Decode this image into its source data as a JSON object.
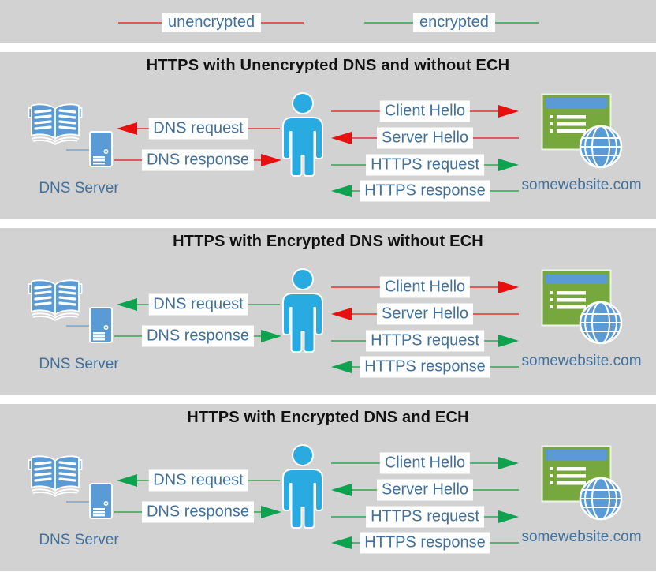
{
  "colors": {
    "page_bg": "#ffffff",
    "panel_bg": "#d2d2d2",
    "label_text": "#41719c",
    "title_text": "#111111",
    "red_line": "#e05a5a",
    "red_head": "#e80f0f",
    "green_line": "#57b274",
    "green_head": "#0ca24e",
    "person_fill": "#29abe2",
    "server_fill": "#5b9bd5",
    "window_fill": "#76a83e",
    "titlebar_fill": "#5b9bd5",
    "globe_fill": "#5b9bd5",
    "connector": "#92afcc"
  },
  "legend": {
    "items": [
      {
        "label": "unencrypted",
        "line_color": "#e05a5a"
      },
      {
        "label": "encrypted",
        "line_color": "#57b274"
      }
    ]
  },
  "panels": [
    {
      "title": "HTTPS with Unencrypted DNS and without ECH",
      "dns_server_label": "DNS Server",
      "website_label": "somewebsite.com",
      "dns_arrows": [
        {
          "label": "DNS request",
          "direction": "left",
          "line_color": "#e05a5a",
          "head_color": "#e80f0f"
        },
        {
          "label": "DNS response",
          "direction": "right",
          "line_color": "#e05a5a",
          "head_color": "#e80f0f"
        }
      ],
      "https_arrows": [
        {
          "label": "Client Hello",
          "direction": "right",
          "line_color": "#e05a5a",
          "head_color": "#e80f0f"
        },
        {
          "label": "Server Hello",
          "direction": "left",
          "line_color": "#e05a5a",
          "head_color": "#e80f0f"
        },
        {
          "label": "HTTPS request",
          "direction": "right",
          "line_color": "#57b274",
          "head_color": "#0ca24e"
        },
        {
          "label": "HTTPS response",
          "direction": "left",
          "line_color": "#57b274",
          "head_color": "#0ca24e"
        }
      ]
    },
    {
      "title": "HTTPS with Encrypted DNS without ECH",
      "dns_server_label": "DNS Server",
      "website_label": "somewebsite.com",
      "dns_arrows": [
        {
          "label": "DNS request",
          "direction": "left",
          "line_color": "#57b274",
          "head_color": "#0ca24e"
        },
        {
          "label": "DNS response",
          "direction": "right",
          "line_color": "#57b274",
          "head_color": "#0ca24e"
        }
      ],
      "https_arrows": [
        {
          "label": "Client Hello",
          "direction": "right",
          "line_color": "#e05a5a",
          "head_color": "#e80f0f"
        },
        {
          "label": "Server Hello",
          "direction": "left",
          "line_color": "#e05a5a",
          "head_color": "#e80f0f"
        },
        {
          "label": "HTTPS request",
          "direction": "right",
          "line_color": "#57b274",
          "head_color": "#0ca24e"
        },
        {
          "label": "HTTPS response",
          "direction": "left",
          "line_color": "#57b274",
          "head_color": "#0ca24e"
        }
      ]
    },
    {
      "title": "HTTPS with Encrypted DNS and ECH",
      "dns_server_label": "DNS Server",
      "website_label": "somewebsite.com",
      "dns_arrows": [
        {
          "label": "DNS request",
          "direction": "left",
          "line_color": "#57b274",
          "head_color": "#0ca24e"
        },
        {
          "label": "DNS response",
          "direction": "right",
          "line_color": "#57b274",
          "head_color": "#0ca24e"
        }
      ],
      "https_arrows": [
        {
          "label": "Client Hello",
          "direction": "right",
          "line_color": "#57b274",
          "head_color": "#0ca24e"
        },
        {
          "label": "Server Hello",
          "direction": "left",
          "line_color": "#57b274",
          "head_color": "#0ca24e"
        },
        {
          "label": "HTTPS request",
          "direction": "right",
          "line_color": "#57b274",
          "head_color": "#0ca24e"
        },
        {
          "label": "HTTPS response",
          "direction": "left",
          "line_color": "#57b274",
          "head_color": "#0ca24e"
        }
      ]
    }
  ]
}
